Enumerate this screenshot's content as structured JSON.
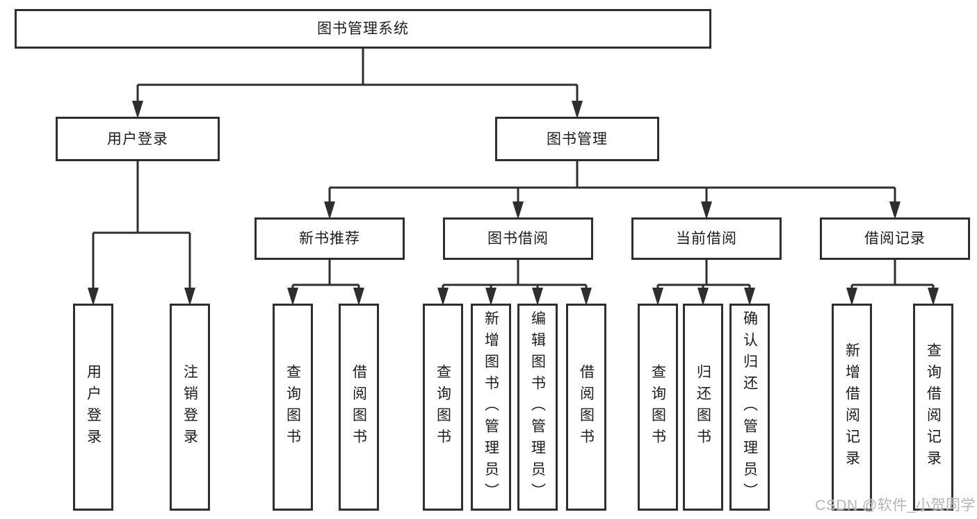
{
  "tree": {
    "root": {
      "label": "图书管理系统"
    },
    "branches": [
      {
        "label": "用户登录",
        "leaves": [
          {
            "label": "用户登录"
          },
          {
            "label": "注销登录"
          }
        ]
      },
      {
        "label": "图书管理",
        "groups": [
          {
            "label": "新书推荐",
            "leaves": [
              {
                "label": "查询图书"
              },
              {
                "label": "借阅图书"
              }
            ]
          },
          {
            "label": "图书借阅",
            "leaves": [
              {
                "label": "查询图书"
              },
              {
                "label": "新增图书（管理员）"
              },
              {
                "label": "编辑图书（管理员）"
              },
              {
                "label": "借阅图书"
              }
            ]
          },
          {
            "label": "当前借阅",
            "leaves": [
              {
                "label": "查询图书"
              },
              {
                "label": "归还图书"
              },
              {
                "label": "确认归还（管理员）"
              }
            ]
          },
          {
            "label": "借阅记录",
            "leaves": [
              {
                "label": "新增借阅记录"
              },
              {
                "label": "查询借阅记录"
              }
            ]
          }
        ]
      }
    ]
  },
  "watermark": {
    "text": "CSDN @软件_小贺同学"
  },
  "colors": {
    "line": "#2e2e2e",
    "box_border": "#2e2e2e",
    "box_fill": "#ffffff",
    "text": "#1c1c1c",
    "watermark": "#b4b4b4",
    "background": "#ffffff"
  }
}
